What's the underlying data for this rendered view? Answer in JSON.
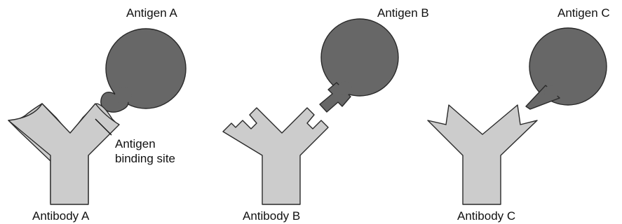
{
  "labels": {
    "antigen_a": "Antigen A",
    "antigen_b": "Antigen B",
    "antigen_c": "Antigen C",
    "antibody_a": "Antibody A",
    "antibody_b": "Antibody B",
    "antibody_c": "Antibody C",
    "binding_site_line1": "Antigen",
    "binding_site_line2": "binding site"
  },
  "colors": {
    "antibody_fill": "#cccccc",
    "antigen_fill": "#676767",
    "outline": "#2a2a2a"
  }
}
